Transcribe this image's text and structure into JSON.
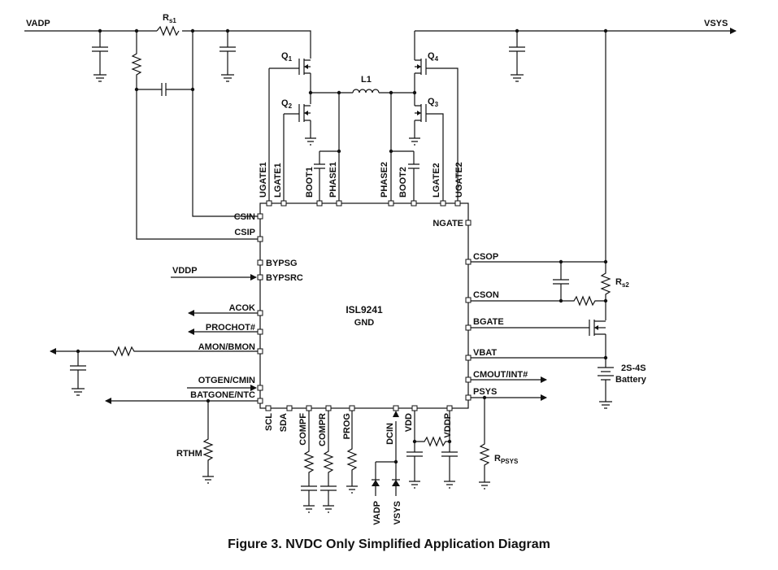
{
  "caption": "Figure 3. NVDC Only Simplified Application Diagram",
  "chip": {
    "name": "ISL9241",
    "gnd": "GND"
  },
  "nets": {
    "vadp": "VADP",
    "vsys": "VSYS",
    "vddp_in": "VDDP",
    "rthm": "RTHM",
    "battery_line1": "2S-4S",
    "battery_line2": "Battery"
  },
  "components": {
    "rs1": {
      "base": "R",
      "sub": "s1"
    },
    "rs2": {
      "base": "R",
      "sub": "s2"
    },
    "rpsys": {
      "base": "R",
      "sub": "PSYS"
    },
    "l1": "L1",
    "q1": {
      "base": "Q",
      "sub": "1"
    },
    "q2": {
      "base": "Q",
      "sub": "2"
    },
    "q3": {
      "base": "Q",
      "sub": "3"
    },
    "q4": {
      "base": "Q",
      "sub": "4"
    }
  },
  "pins": {
    "top": [
      "UGATE1",
      "LGATE1",
      "BOOT1",
      "PHASE1",
      "PHASE2",
      "BOOT2",
      "LGATE2",
      "UGATE2"
    ],
    "left": [
      "CSIN",
      "CSIP",
      "BYPSG",
      "BYPSRC",
      "ACOK",
      "PROCHOT#",
      "AMON/BMON",
      "OTGEN/CMIN",
      "BATGONE/NTC"
    ],
    "right": [
      "NGATE",
      "CSOP",
      "CSON",
      "BGATE",
      "VBAT",
      "CMOUT/INT#",
      "PSYS"
    ],
    "bottom": [
      "SCL",
      "SDA",
      "COMPF",
      "COMPR",
      "PROG",
      "DCIN",
      "VDD",
      "VDDP"
    ],
    "bottom_sources": [
      "VADP",
      "VSYS"
    ]
  }
}
